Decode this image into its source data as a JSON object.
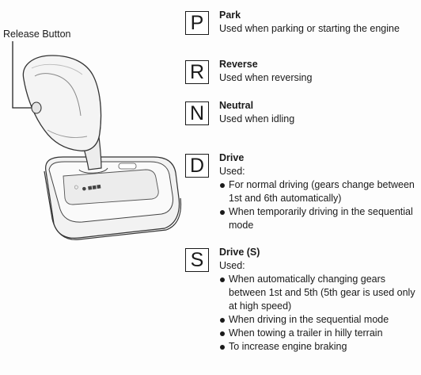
{
  "illustration": {
    "release_button_label": "Release Button"
  },
  "gears": [
    {
      "letter": "P",
      "name": "Park",
      "description": "Used when parking or starting the engine"
    },
    {
      "letter": "R",
      "name": "Reverse",
      "description": "Used when reversing"
    },
    {
      "letter": "N",
      "name": "Neutral",
      "description": "Used when idling"
    },
    {
      "letter": "D",
      "name": "Drive",
      "description": "Used:",
      "bullets": [
        "For normal driving (gears change between 1st and 6th automatically)",
        "When temporarily driving in the sequential mode"
      ]
    },
    {
      "letter": "S",
      "name": "Drive (S)",
      "description": "Used:",
      "bullets": [
        "When automatically changing gears between 1st and 5th (5th gear is used only at high speed)",
        "When driving in the sequential mode",
        "When towing a trailer in hilly terrain",
        "To increase engine braking"
      ]
    }
  ]
}
